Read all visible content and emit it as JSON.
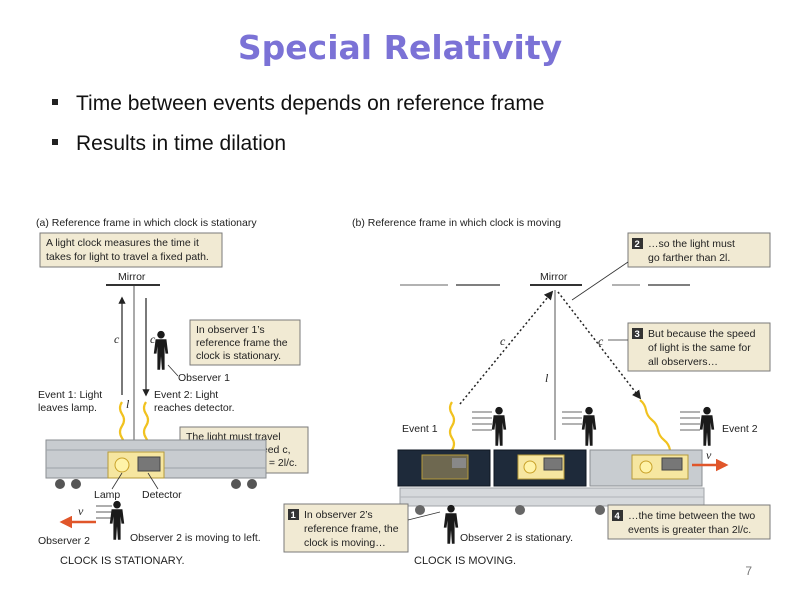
{
  "slide": {
    "title": "Special Relativity",
    "bullets": [
      "Time between events depends on reference frame",
      "Results in time dilation"
    ],
    "page_number": "7"
  },
  "figure": {
    "panel_a": {
      "title": "(a) Reference frame in which clock is stationary",
      "callout_top": [
        "A light clock measures the time it",
        "takes for light to travel a fixed path."
      ],
      "mirror": "Mirror",
      "speed_symbol": "c",
      "length_symbol": "l",
      "callout_observer1": [
        "In observer 1’s",
        "reference frame the",
        "clock is stationary."
      ],
      "observer1": "Observer 1",
      "event1": [
        "Event 1: Light",
        "leaves lamp."
      ],
      "event2": [
        "Event 2: Light",
        "reaches detector."
      ],
      "callout_distance": [
        "The light must travel",
        "distance 2l at speed c,",
        "so the travel time = 2l/c."
      ],
      "lamp": "Lamp",
      "detector": "Detector",
      "velocity_symbol": "v",
      "observer2": "Observer 2",
      "observer2_moving": "Observer 2 is moving to left.",
      "caption": "CLOCK IS STATIONARY."
    },
    "panel_b": {
      "title": "(b) Reference frame in which clock is moving",
      "callout_2": {
        "number": "2",
        "lines": [
          "…so the light must",
          "go farther than 2l."
        ]
      },
      "mirror": "Mirror",
      "speed_symbol": "c",
      "length_symbol": "l",
      "callout_3": {
        "number": "3",
        "lines": [
          "But because the speed",
          "of light is the same for",
          "all observers…"
        ]
      },
      "event1": "Event 1",
      "event2": "Event 2",
      "velocity_symbol": "v",
      "callout_1": {
        "number": "1",
        "lines": [
          "In observer 2’s",
          "reference frame, the",
          "clock is moving…"
        ]
      },
      "observer2_stationary": "Observer 2 is stationary.",
      "callout_4": {
        "number": "4",
        "lines": [
          "…the time between the two",
          "events is greater than 2l/c."
        ]
      },
      "caption": "CLOCK IS MOVING."
    }
  }
}
